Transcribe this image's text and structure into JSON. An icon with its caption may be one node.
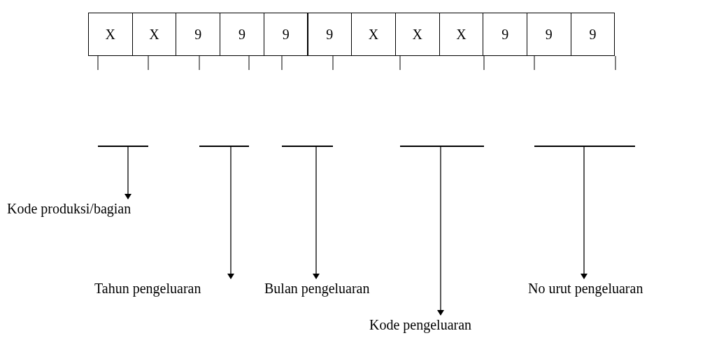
{
  "diagram": {
    "nodes": [
      {
        "text": [
          "X"
        ]
      },
      {
        "text": [
          "X"
        ]
      },
      {
        "text": [
          "9"
        ]
      },
      {
        "text": [
          "9"
        ]
      },
      {
        "text": [
          "9"
        ]
      },
      {
        "text": [
          "9"
        ]
      },
      {
        "text": [
          "X"
        ]
      },
      {
        "text": [
          "X"
        ]
      },
      {
        "text": [
          "X"
        ]
      },
      {
        "text": [
          "9"
        ]
      },
      {
        "text": [
          "9"
        ]
      },
      {
        "text": [
          "9"
        ]
      },
      {
        "text": [],
        "shape": "bar"
      },
      {
        "text": [],
        "shape": "bar"
      },
      {
        "text": [],
        "shape": "bar"
      },
      {
        "text": [],
        "shape": "bar"
      },
      {
        "text": [],
        "shape": "bar"
      },
      {
        "text": [
          "Kode produksi/bagian"
        ]
      },
      {
        "text": [
          "Tahun pengeluaran"
        ]
      },
      {
        "text": [
          "Bulan pengeluaran"
        ]
      },
      {
        "text": [
          "Kode pengeluaran"
        ]
      },
      {
        "text": [
          "No urut pengeluaran"
        ]
      }
    ],
    "edges": [
      {
        "from": 12,
        "to": 17,
        "arrow": "to"
      },
      {
        "from": 13,
        "to": 18,
        "arrow": "to"
      },
      {
        "from": 14,
        "to": 19,
        "arrow": "to"
      },
      {
        "from": 15,
        "to": 20,
        "arrow": "to"
      },
      {
        "from": 16,
        "to": 21,
        "arrow": "to"
      }
    ]
  }
}
